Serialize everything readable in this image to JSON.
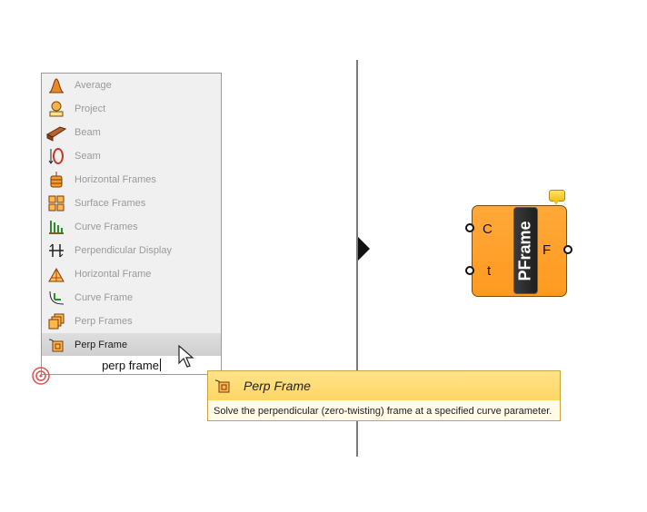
{
  "search_popup": {
    "items": [
      {
        "label": "Average",
        "icon": "average-icon"
      },
      {
        "label": "Project",
        "icon": "project-icon"
      },
      {
        "label": "Beam",
        "icon": "beam-icon"
      },
      {
        "label": "Seam",
        "icon": "seam-icon"
      },
      {
        "label": "Horizontal Frames",
        "icon": "horizontal-frames-icon"
      },
      {
        "label": "Surface Frames",
        "icon": "surface-frames-icon"
      },
      {
        "label": "Curve Frames",
        "icon": "curve-frames-icon"
      },
      {
        "label": "Perpendicular Display",
        "icon": "perpendicular-display-icon"
      },
      {
        "label": "Horizontal Frame",
        "icon": "horizontal-frame-icon"
      },
      {
        "label": "Curve Frame",
        "icon": "curve-frame-icon"
      },
      {
        "label": "Perp Frames",
        "icon": "perp-frames-icon"
      },
      {
        "label": "Perp Frame",
        "icon": "perp-frame-icon",
        "selected": true
      }
    ],
    "query": "perp frame"
  },
  "tooltip": {
    "title": "Perp Frame",
    "description": "Solve the perpendicular (zero-twisting) frame at a specified curve parameter."
  },
  "component": {
    "name": "PFrame",
    "inputs": [
      "C",
      "t"
    ],
    "outputs": [
      "F"
    ]
  },
  "colors": {
    "component_orange": "#ff9a1e",
    "tooltip_header": "#ffd564"
  }
}
